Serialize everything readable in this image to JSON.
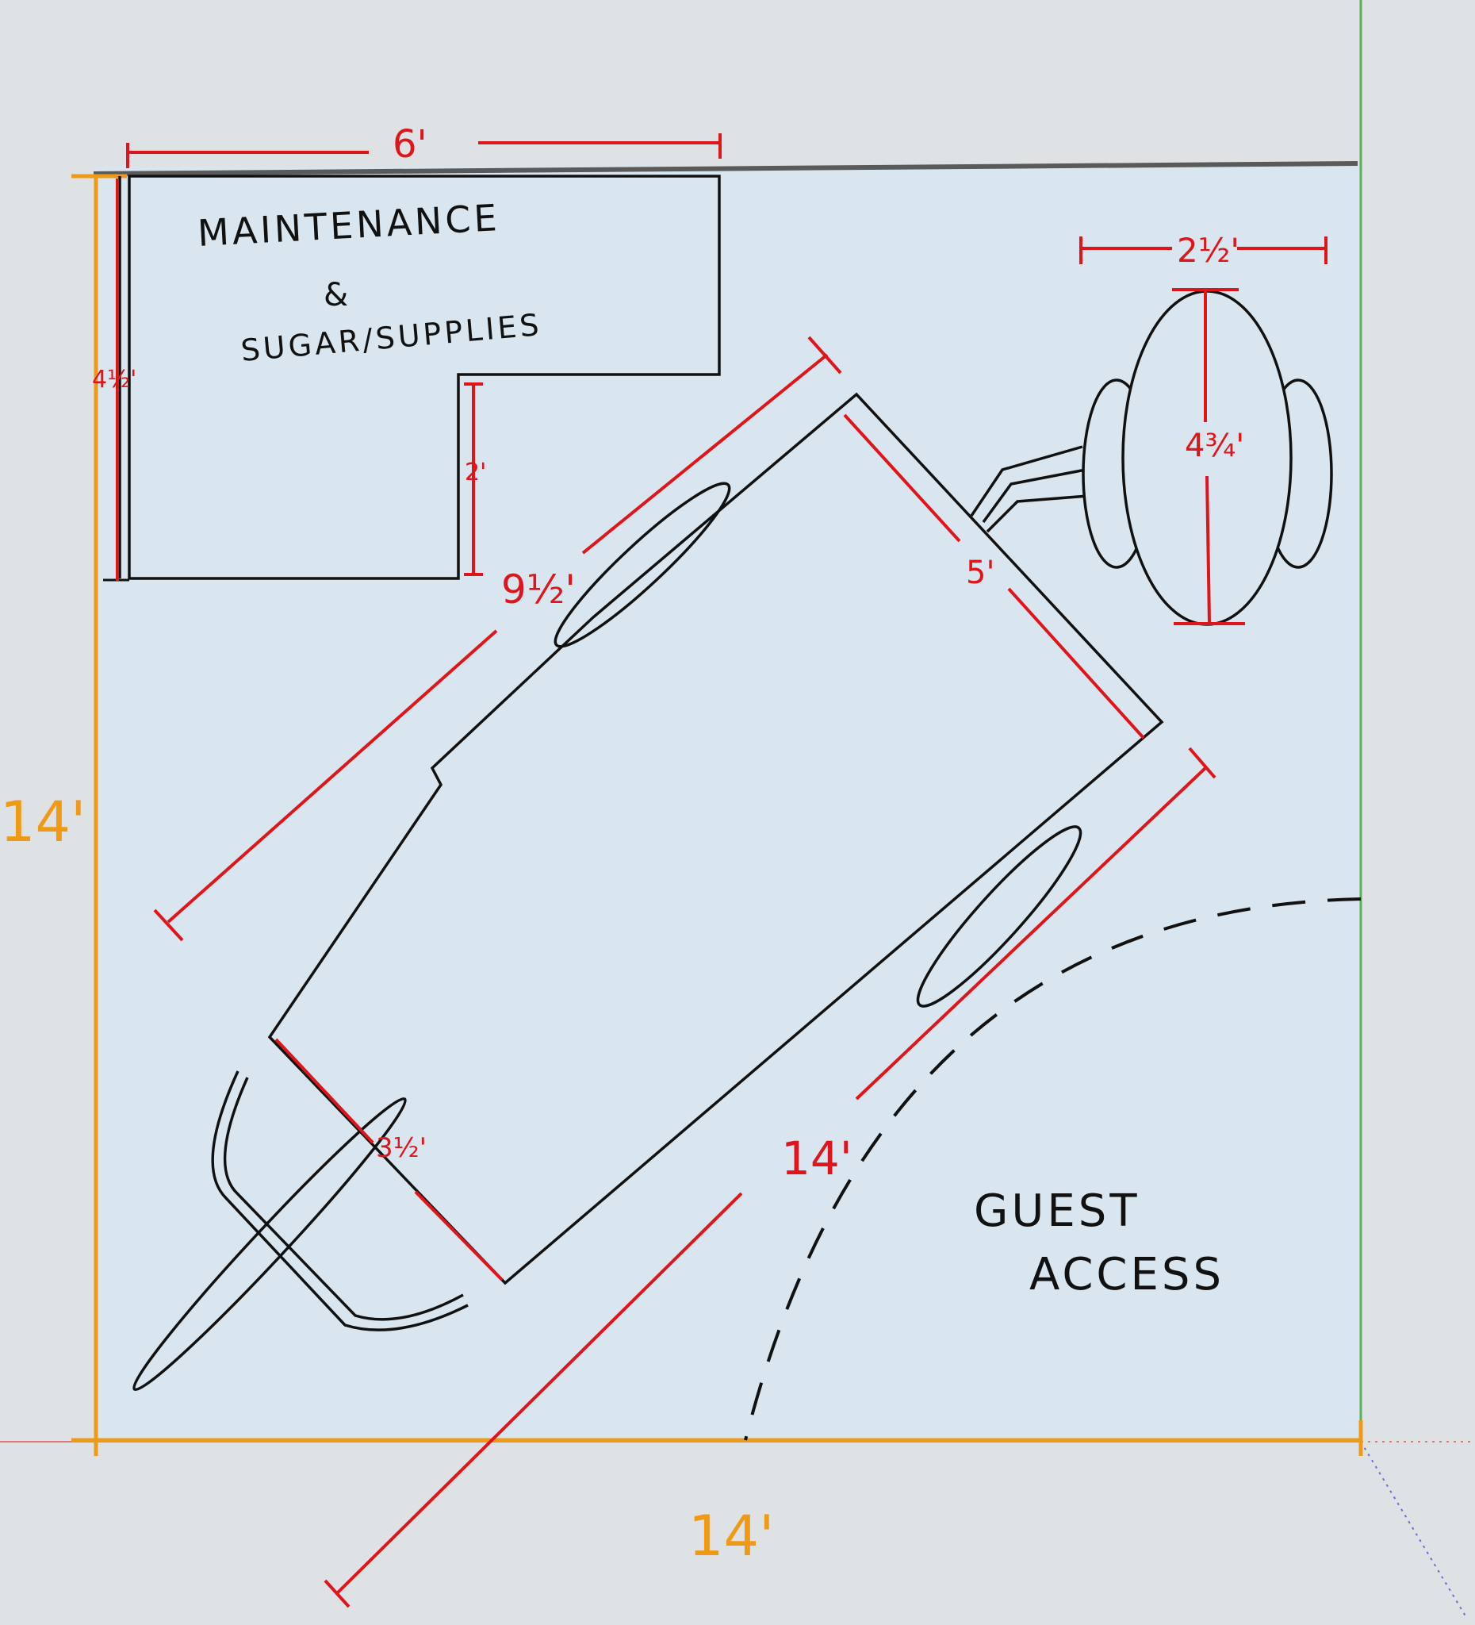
{
  "room": {
    "width_dim": "14'",
    "height_dim": "14'"
  },
  "storage": {
    "line1": "MAINTENANCE",
    "line2": "&",
    "line3": "SUGAR/SUPPLIES",
    "width_dim": "6'",
    "height_dim": "4½'",
    "notch_dim": "2'"
  },
  "vehicle": {
    "length_dim": "9½'",
    "front_width_dim": "5'",
    "rear_width_dim": "3½'",
    "diagonal_dim": "14'"
  },
  "seat": {
    "width_dim": "2½'",
    "height_dim": "4¾'"
  },
  "access": {
    "line1": "GUEST",
    "line2": "ACCESS"
  },
  "colors": {
    "background": "#dfe2e4",
    "room_fill": "#d9e6ef",
    "dimension_red": "#e0141b",
    "dimension_orange": "#ef9a16",
    "outline": "#111111"
  }
}
